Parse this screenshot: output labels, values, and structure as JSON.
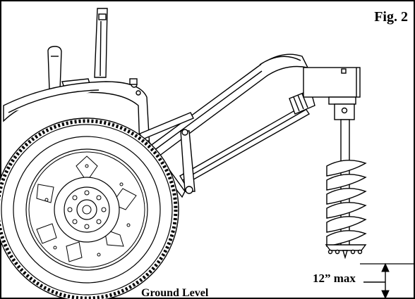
{
  "figure": {
    "label": "Fig. 2"
  },
  "annotations": {
    "depth": "12” max",
    "ground": "Ground Level"
  },
  "colors": {
    "line": "#000000",
    "background": "#ffffff"
  }
}
